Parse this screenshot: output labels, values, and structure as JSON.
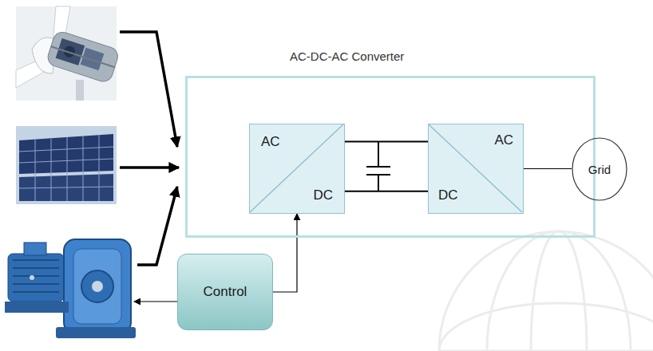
{
  "diagram": {
    "nodes": [
      {
        "text": [
          "AC-DC-AC Converter"
        ]
      },
      {
        "text": [
          "AC",
          "DC"
        ],
        "in": 0
      },
      {
        "text": [
          "AC",
          "DC"
        ],
        "in": 0
      },
      {
        "text": [
          "Grid"
        ]
      },
      {
        "text": [
          "Control"
        ]
      }
    ],
    "edges": [
      {
        "from": 1,
        "to": 2,
        "arrow": "none"
      },
      {
        "from": 1,
        "to": 2,
        "arrow": "none"
      },
      {
        "from": 2,
        "to": 3,
        "arrow": "none"
      },
      {
        "from": 4,
        "to": 1,
        "arrow": "to"
      }
    ]
  }
}
